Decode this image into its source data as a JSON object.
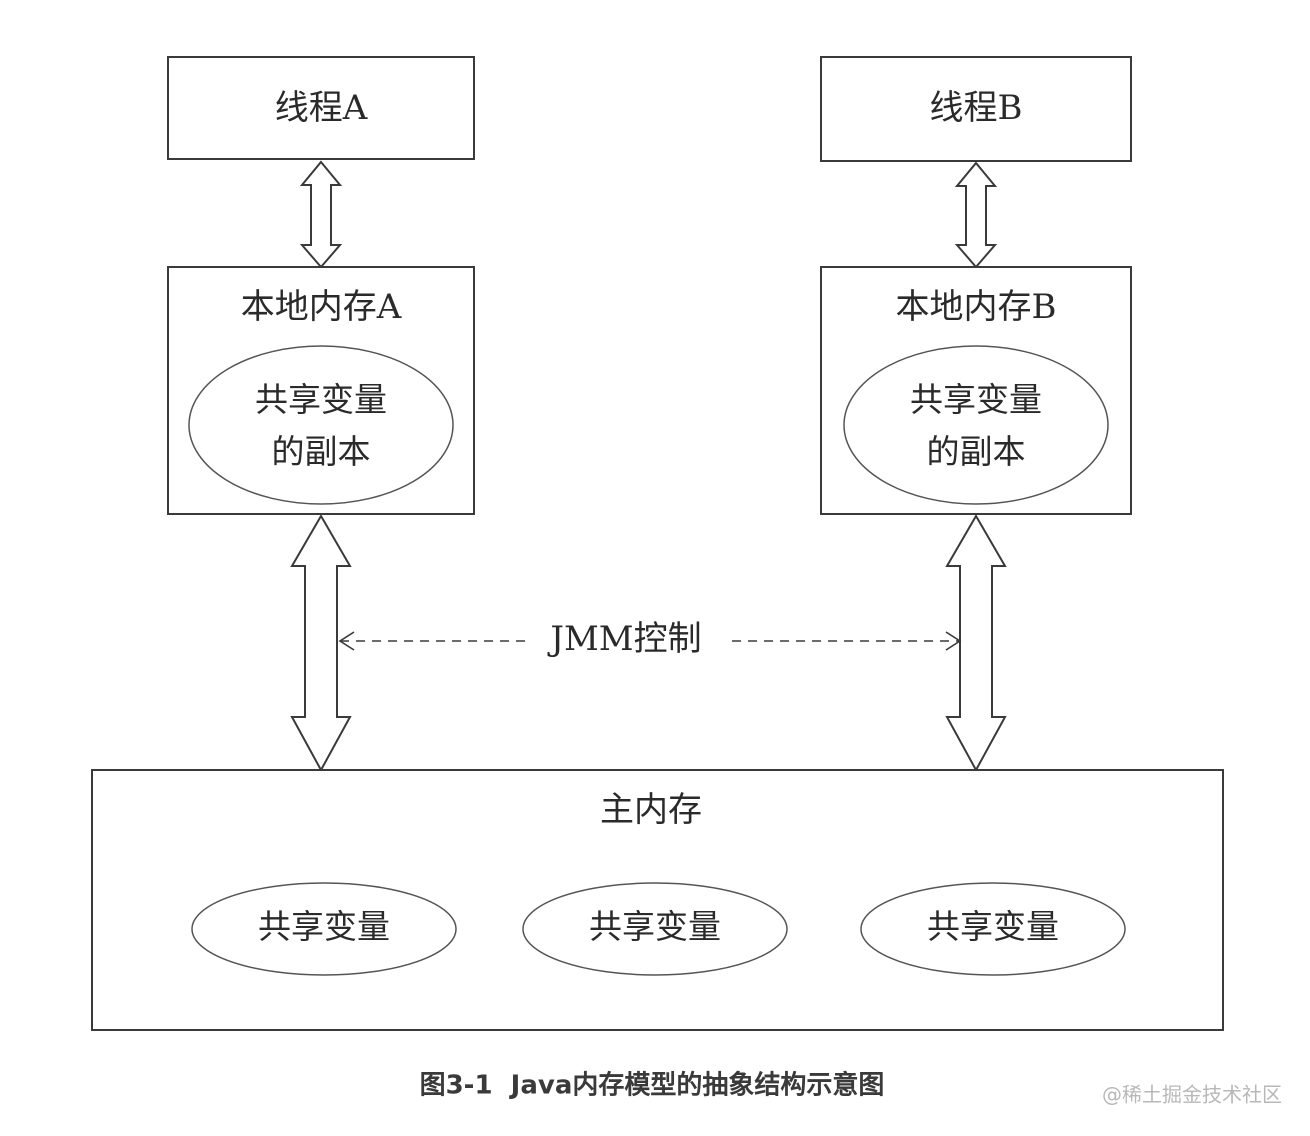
{
  "thread_a": {
    "label": "线程A"
  },
  "thread_b": {
    "label": "线程B"
  },
  "local_memory_a": {
    "label": "本地内存A",
    "copy_line1": "共享变量",
    "copy_line2": "的副本"
  },
  "local_memory_b": {
    "label": "本地内存B",
    "copy_line1": "共享变量",
    "copy_line2": "的副本"
  },
  "jmm_control": {
    "label": "JMM控制"
  },
  "main_memory": {
    "label": "主内存",
    "variables": [
      "共享变量",
      "共享变量",
      "共享变量"
    ]
  },
  "caption": "图3-1  Java内存模型的抽象结构示意图",
  "watermark": "@稀土掘金技术社区"
}
